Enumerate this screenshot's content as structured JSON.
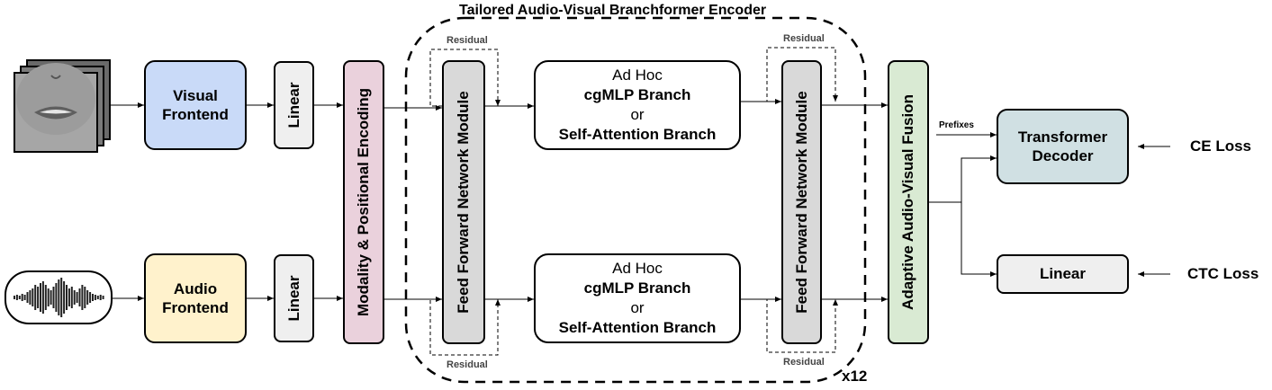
{
  "encoder_title": "Tailored Audio-Visual Branchformer Encoder",
  "repeat_label": "x12",
  "residual_label": "Residual",
  "prefixes_label": "Prefixes",
  "visual_frontend": "Visual Frontend",
  "audio_frontend": "Audio Frontend",
  "linear_label": "Linear",
  "modality_encoding": "Modality & Positional Encoding",
  "ffn_label": "Feed Forward Network Module",
  "branch": {
    "line1": "Ad Hoc",
    "line2": "cgMLP Branch",
    "line3": "or",
    "line4": "Self-Attention Branch"
  },
  "fusion_label": "Adaptive Audio-Visual Fusion",
  "decoder_label": "Transformer Decoder",
  "ctc_linear_label": "Linear",
  "ce_loss": "CE Loss",
  "ctc_loss": "CTC Loss",
  "colors": {
    "visual_frontend": "#c9daf8",
    "audio_frontend": "#fff2cc",
    "linear": "#efefef",
    "modality": "#ead1dc",
    "ffn": "#d9d9d9",
    "fusion": "#d9ead3",
    "decoder": "#d0e0e3"
  }
}
